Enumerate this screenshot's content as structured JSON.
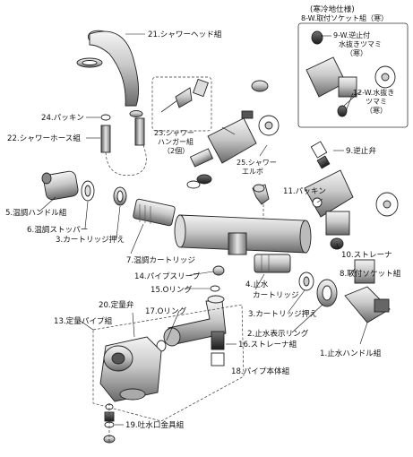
{
  "header": {
    "cold_spec_title": "(寒冷地仕様)"
  },
  "labels": {
    "p21": "21.シャワーヘッド組",
    "p8w": "8-W.取付ソケット組（寒）",
    "p9w": "9-W.逆止付",
    "p9w_b": "水抜きツマミ",
    "p9w_c": "（寒）",
    "p12w": "12-W.水抜き",
    "p12w_b": "ツマミ",
    "p12w_c": "（寒）",
    "p24": "24.パッキン",
    "p22": "22.シャワーホース組",
    "p23": "23.シャワー",
    "p23_b": "ハンガー組",
    "p23_c": "（2個）",
    "p9": "9.逆止弁",
    "p25": "25.シャワー",
    "p25_b": "エルボ",
    "p5": "5.温調ハンドル組",
    "p11": "11.パッキン",
    "p6": "6.温調ストッパー",
    "p3a": "3.カートリッジ押え",
    "p10": "10.ストレーナ",
    "p7": "7.温調カートリッジ",
    "p8": "8.取付ソケット組",
    "p14": "14.パイプスリーブ",
    "p15": "15.Oリング",
    "p4": "4.止水",
    "p4_b": "カートリッジ",
    "p20": "20.定量弁",
    "p17": "17.Oリング",
    "p3b": "3.カートリッジ押え",
    "p13": "13.定量パイプ組",
    "p2": "2.止水表示リング",
    "p16": "16.ストレーナ組",
    "p1": "1.止水ハンドル組",
    "p18": "18.パイプ本体組",
    "p19": "19.吐水口金具組"
  }
}
